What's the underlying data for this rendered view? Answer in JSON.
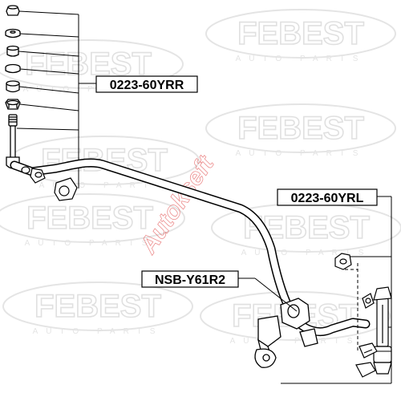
{
  "diagram": {
    "labels": {
      "rear_right_link": "0223-60YRR",
      "rear_left_link": "0223-60YRL",
      "bushing": "NSB-Y61R2"
    },
    "watermark": {
      "brand": "FEBEST",
      "tagline": "AUTO PARTS"
    },
    "overlay_mark": "Autokseft"
  }
}
